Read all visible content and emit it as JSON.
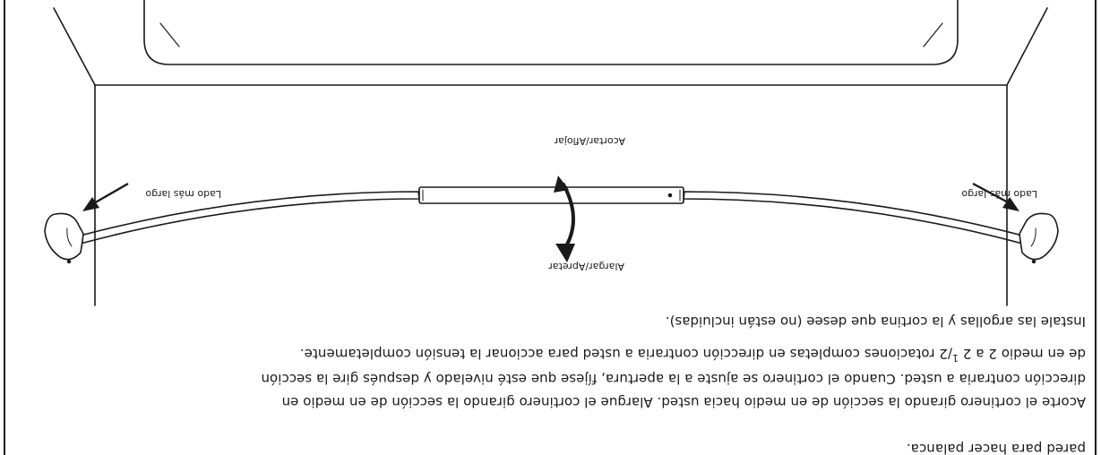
{
  "document": {
    "top_line": "pared para hacer palanca.",
    "paragraph": {
      "line1": "Acorte el cortinero girando la sección de en medio hacia usted. Alargue el cortinero girando la sección de en medio en",
      "line2": "dirección contraria a usted. Cuando el cortinero se ajuste a la apertura, fíjese que esté nivelado y después gire la sección",
      "line3_start": "de en medio 2 a 2 ",
      "line3_fraction": "1",
      "line3_end": "/2 rotaciones completas en dirección contraria a usted para accionar la tensión completamente."
    },
    "instruction": "Instale las argollas y la cortina que desee (no están incluidas).",
    "labels": {
      "alargar": "Alargar/Apretar",
      "acortar": "Acortar/Aflojar",
      "lado_right": "Lado más largo",
      "lado_left": "Lado más largo"
    }
  },
  "colors": {
    "ink": "#1a1a1a",
    "background": "#ffffff"
  }
}
